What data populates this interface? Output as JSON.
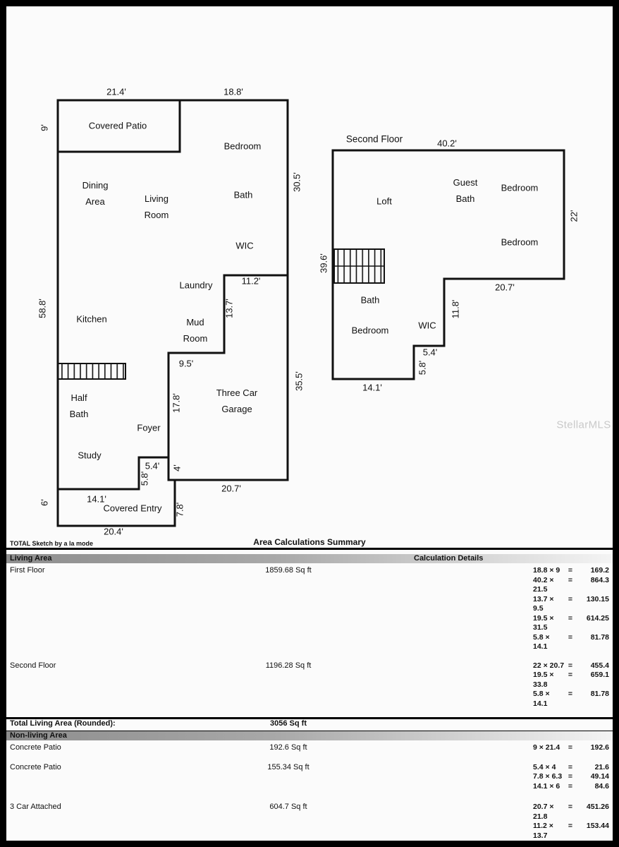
{
  "watermark": "StellarMLS",
  "first_floor": {
    "rooms": {
      "covered_patio": "Covered Patio",
      "bedroom": "Bedroom",
      "bath": "Bath",
      "wic": "WIC",
      "dining": "Dining\nArea",
      "living": "Living\nRoom",
      "laundry": "Laundry",
      "mud": "Mud\nRoom",
      "kitchen": "Kitchen",
      "half_bath": "Half\nBath",
      "foyer": "Foyer",
      "study": "Study",
      "garage": "Three Car\nGarage",
      "covered_entry": "Covered Entry"
    },
    "dims": {
      "patio_width": "21.4'",
      "bedroom_width": "18.8'",
      "patio_depth": "9'",
      "right_upper": "30.5'",
      "left_side": "58.8'",
      "garage_ext_width": "11.2'",
      "garage_ext_height": "13.7'",
      "mudroom_width": "9.5'",
      "garage_left": "17.8'",
      "right_lower": "35.5'",
      "entry_step_width": "5.4'",
      "entry_step_height": "5.8'",
      "garage_corner": "4'",
      "garage_width": "20.7'",
      "entry_width": "14.1'",
      "entry_right": "7.8'",
      "entry_left": "6'",
      "entry_bottom": "20.4'"
    }
  },
  "second_floor": {
    "title": "Second Floor",
    "rooms": {
      "loft": "Loft",
      "guest_bath": "Guest\nBath",
      "bedroom_top": "Bedroom",
      "bedroom_mid": "Bedroom",
      "bath": "Bath",
      "bedroom_left": "Bedroom",
      "wic": "WIC"
    },
    "dims": {
      "top": "40.2'",
      "right": "22'",
      "left": "39.6'",
      "bottom_right": "20.7'",
      "notch_right": "11.8'",
      "step_width": "5.4'",
      "step_height": "5.8'",
      "bottom": "14.1'"
    }
  },
  "summary": {
    "credit": "TOTAL Sketch by a la mode",
    "title": "Area Calculations Summary",
    "living_header": "Living Area",
    "calc_header": "Calculation Details",
    "eq": "=",
    "living": [
      {
        "name": "First Floor",
        "area": "1859.68 Sq ft",
        "calcs": [
          {
            "expr": "18.8 × 9",
            "val": "169.2"
          },
          {
            "expr": "40.2 × 21.5",
            "val": "864.3"
          },
          {
            "expr": "13.7 × 9.5",
            "val": "130.15"
          },
          {
            "expr": "19.5 × 31.5",
            "val": "614.25"
          },
          {
            "expr": "5.8 × 14.1",
            "val": "81.78"
          }
        ]
      },
      {
        "name": "Second Floor",
        "area": "1196.28 Sq ft",
        "calcs": [
          {
            "expr": "22 × 20.7",
            "val": "455.4"
          },
          {
            "expr": "19.5 × 33.8",
            "val": "659.1"
          },
          {
            "expr": "5.8 × 14.1",
            "val": "81.78"
          }
        ]
      }
    ],
    "total_label": "Total Living Area (Rounded):",
    "total_value": "3056 Sq ft",
    "nonliving_header": "Non-living Area",
    "nonliving": [
      {
        "name": "Concrete Patio",
        "area": "192.6 Sq ft",
        "calcs": [
          {
            "expr": "9 × 21.4",
            "val": "192.6"
          }
        ]
      },
      {
        "name": "Concrete Patio",
        "area": "155.34 Sq ft",
        "calcs": [
          {
            "expr": "5.4 × 4",
            "val": "21.6"
          },
          {
            "expr": "7.8 × 6.3",
            "val": "49.14"
          },
          {
            "expr": "14.1 × 6",
            "val": "84.6"
          }
        ]
      },
      {
        "name": "3 Car Attached",
        "area": "604.7 Sq ft",
        "calcs": [
          {
            "expr": "20.7 × 21.8",
            "val": "451.26"
          },
          {
            "expr": "11.2 × 13.7",
            "val": "153.44"
          }
        ]
      }
    ]
  }
}
